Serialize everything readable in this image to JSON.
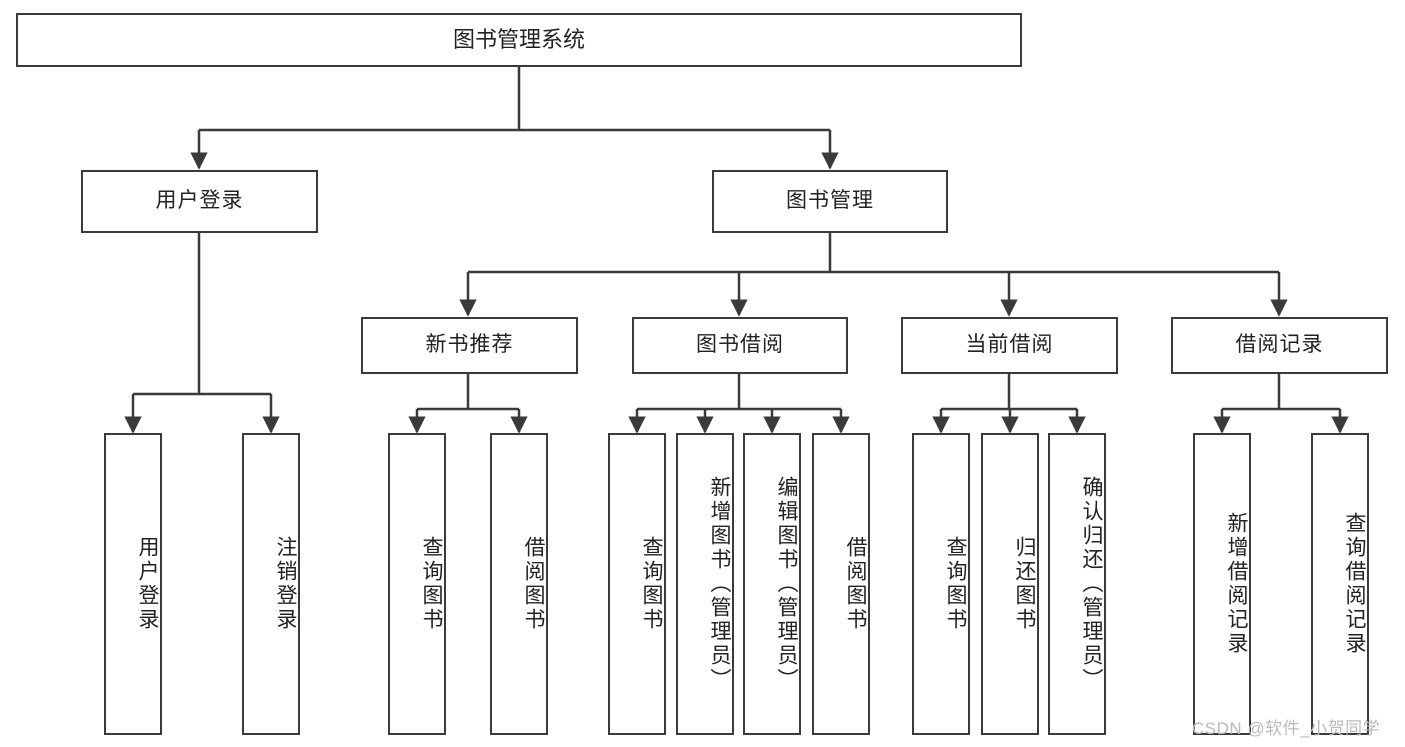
{
  "diagram": {
    "type": "tree-hierarchy-chart",
    "title": "图书管理系统",
    "stroke_color": "#3a3a3a",
    "text_color": "#222222",
    "background": "#ffffff",
    "watermark": "CSDN @软件_小贺同学"
  },
  "nodes": {
    "root": {
      "label": "图书管理系统"
    },
    "level2": [
      {
        "id": "user-login",
        "label": "用户登录"
      },
      {
        "id": "book-manage",
        "label": "图书管理"
      }
    ],
    "level3": [
      {
        "id": "new-book-recommend",
        "label": "新书推荐"
      },
      {
        "id": "book-borrow",
        "label": "图书借阅"
      },
      {
        "id": "current-borrow",
        "label": "当前借阅"
      },
      {
        "id": "borrow-record",
        "label": "借阅记录"
      }
    ],
    "leaves": {
      "user_login": [
        {
          "id": "leaf-user-login",
          "label": "用户登录"
        },
        {
          "id": "leaf-logout-login",
          "label": "注销登录"
        }
      ],
      "new_book_recommend": [
        {
          "id": "leaf-query-book-1",
          "label": "查询图书"
        },
        {
          "id": "leaf-borrow-book-1",
          "label": "借阅图书"
        }
      ],
      "book_borrow": [
        {
          "id": "leaf-query-book-2",
          "label": "查询图书"
        },
        {
          "id": "leaf-add-book",
          "label": "新增图书（管理员）"
        },
        {
          "id": "leaf-edit-book",
          "label": "编辑图书（管理员）"
        },
        {
          "id": "leaf-borrow-book-2",
          "label": "借阅图书"
        }
      ],
      "current_borrow": [
        {
          "id": "leaf-query-book-3",
          "label": "查询图书"
        },
        {
          "id": "leaf-return-book",
          "label": "归还图书"
        },
        {
          "id": "leaf-confirm-return",
          "label": "确认归还（管理员）"
        }
      ],
      "borrow_record": [
        {
          "id": "leaf-add-record",
          "label": "新增借阅记录"
        },
        {
          "id": "leaf-query-record",
          "label": "查询借阅记录"
        }
      ]
    }
  }
}
